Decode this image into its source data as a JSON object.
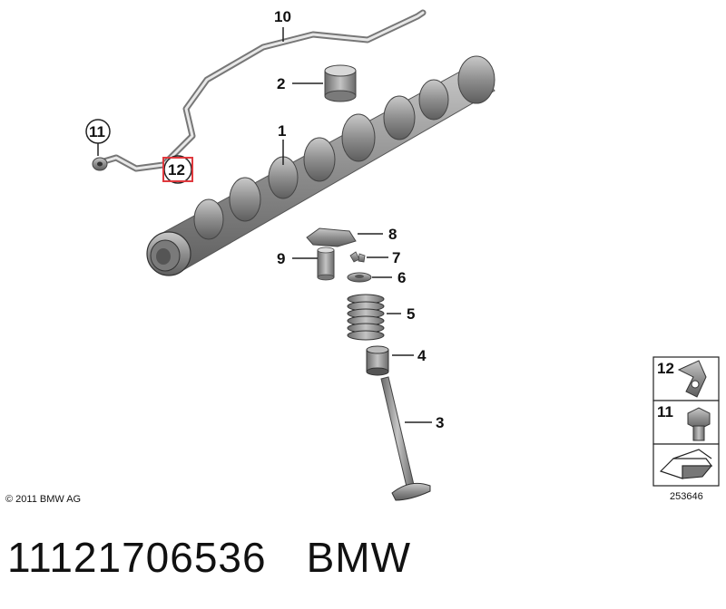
{
  "callouts": {
    "c1": "1",
    "c2": "2",
    "c3": "3",
    "c4": "4",
    "c5": "5",
    "c6": "6",
    "c7": "7",
    "c8": "8",
    "c9": "9",
    "c10": "10",
    "c11": "11",
    "c12": "12"
  },
  "legend": {
    "item12": "12",
    "item11": "11"
  },
  "copyright": "© 2011 BMW AG",
  "diagram_id": "253646",
  "footer": {
    "part_number": "11121706536",
    "brand": "BMW"
  },
  "colors": {
    "highlight": "#e0393e",
    "part_gray": "#9a9a9a",
    "line": "#222222"
  }
}
